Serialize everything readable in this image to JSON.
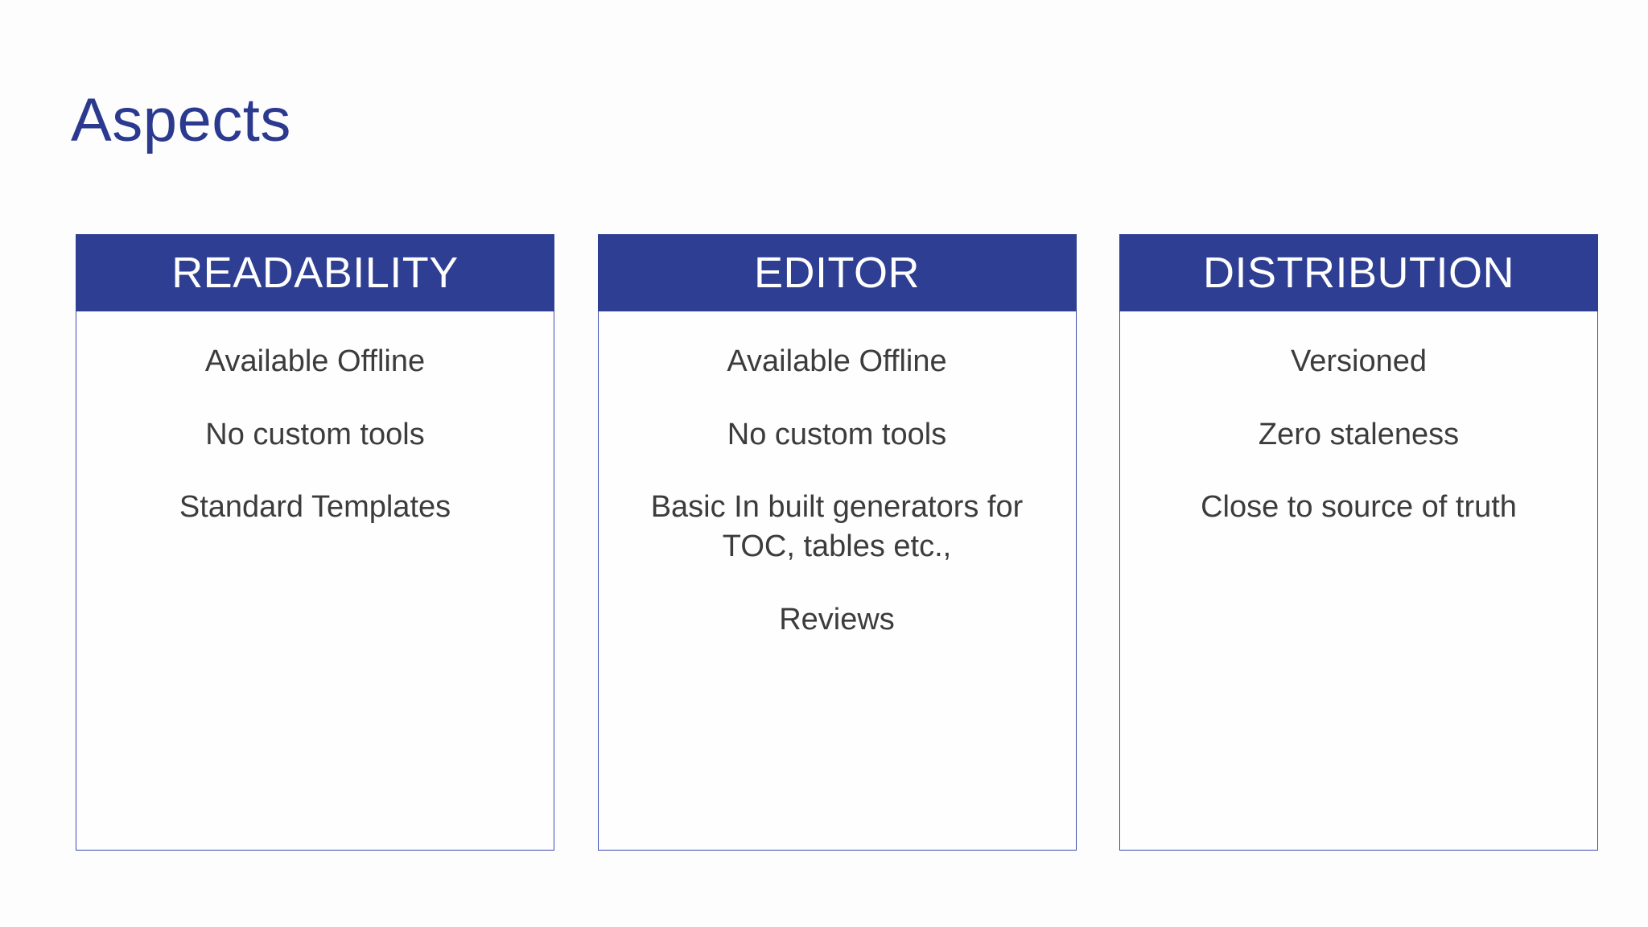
{
  "slide": {
    "title": "Aspects",
    "background_color": "#fdfdfd",
    "title_color": "#2b3a8f",
    "accent_color": "#2e3e92",
    "border_color": "#3b4bb0",
    "body_text_color": "#3c3c3c",
    "header_text_color": "#ffffff"
  },
  "cards": [
    {
      "header": "READABILITY",
      "items": [
        "Available Offline",
        "No custom tools",
        "Standard Templates"
      ]
    },
    {
      "header": "EDITOR",
      "items": [
        "Available Offline",
        "No custom tools",
        "Basic In built generators for TOC, tables etc.,",
        "Reviews"
      ]
    },
    {
      "header": "DISTRIBUTION",
      "items": [
        "Versioned",
        "Zero staleness",
        "Close to source of truth"
      ]
    }
  ]
}
